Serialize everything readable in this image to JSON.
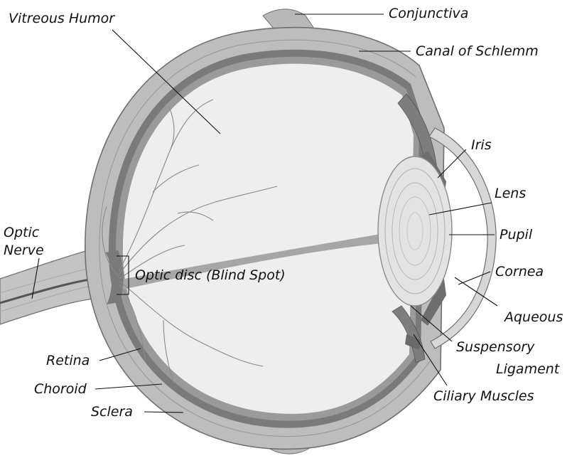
{
  "diagram": {
    "labels": {
      "vitreous_humor": "Vitreous Humor",
      "conjunctiva": "Conjunctiva",
      "canal_of_schlemm": "Canal of Schlemm",
      "iris": "Iris",
      "lens": "Lens",
      "optic_nerve_1": "Optic",
      "optic_nerve_2": "Nerve",
      "pupil": "Pupil",
      "optic_disc": "Optic disc (Blind Spot)",
      "cornea": "Cornea",
      "aqueous": "Aqueous",
      "suspensory_1": "Suspensory",
      "suspensory_2": "Ligament",
      "retina": "Retina",
      "choroid": "Choroid",
      "ciliary_muscles": "Ciliary Muscles",
      "sclera": "Sclera"
    },
    "colors": {
      "sclera_fill": "#bdbdbd",
      "sclera_stroke": "#6f6f6f",
      "choroid": "#7a7a7a",
      "retina": "#9a9a9a",
      "vitreous": "#eeeeee",
      "lens": "#e3e3e3",
      "cornea": "#d7d7d7",
      "vessel": "#8a8a8a",
      "visual_axis": "#a6a6a6",
      "nerve": "#c4c4c4",
      "nerve_core": "#555555"
    }
  }
}
